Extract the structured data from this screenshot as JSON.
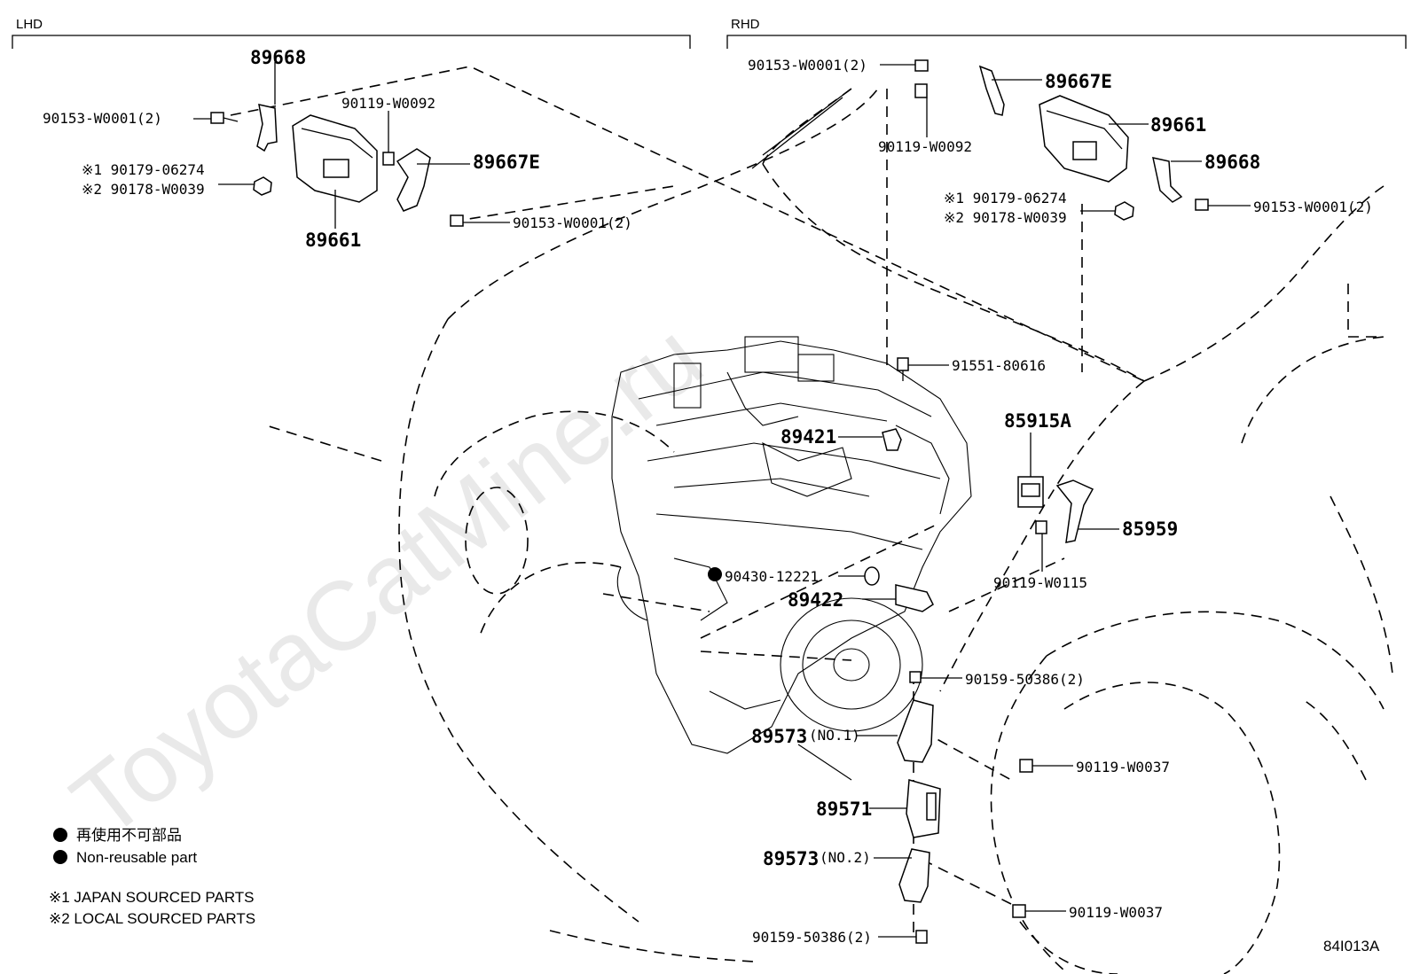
{
  "sections": {
    "left": "LHD",
    "right": "RHD"
  },
  "watermark": "ToyotaCatMine.ru",
  "diagram_code": "84I013A",
  "legend": {
    "jp": "再使用不可部品",
    "en": "Non-reusable part",
    "note1": "※1 JAPAN SOURCED PARTS",
    "note2": "※2 LOCAL SOURCED PARTS"
  },
  "lhd_labels": {
    "p89668": "89668",
    "p90153a": "90153-W0001(2)",
    "p90119": "90119-W0092",
    "p89667e": "89667E",
    "nut1": "※1 90179-06274",
    "nut2": "※2 90178-W0039",
    "p90153b": "90153-W0001(2)",
    "p89661": "89661"
  },
  "rhd_labels": {
    "p90153a": "90153-W0001(2)",
    "p89667e": "89667E",
    "p89661": "89661",
    "p90119": "90119-W0092",
    "p89668": "89668",
    "nut1": "※1 90179-06274",
    "nut2": "※2 90178-W0039",
    "p90153b": "90153-W0001(2)"
  },
  "main_labels": {
    "p91551": "91551-80616",
    "p85915a": "85915A",
    "p89421": "89421",
    "p85959": "85959",
    "p90430": "90430-12221",
    "p89422": "89422",
    "p90119w0115": "90119-W0115",
    "p90159a": "90159-50386(2)",
    "p89573a": "89573",
    "p89573a_sub": "(NO.1)",
    "p90119w0037a": "90119-W0037",
    "p89571": "89571",
    "p89573b": "89573",
    "p89573b_sub": "(NO.2)",
    "p90119w0037b": "90119-W0037",
    "p90159b": "90159-50386(2)"
  }
}
